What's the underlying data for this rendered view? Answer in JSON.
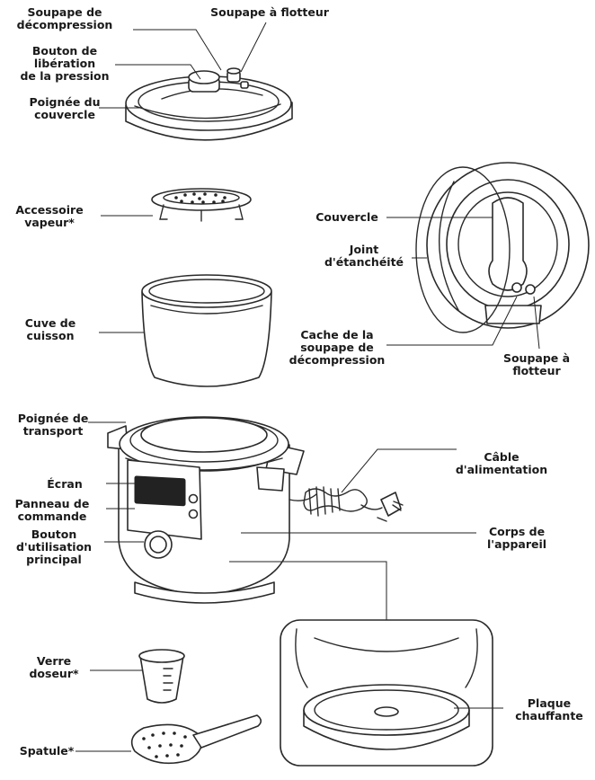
{
  "labels": {
    "decompression_valve": [
      "Soupape de",
      "décompression"
    ],
    "float_valve_top": [
      "Soupape à flotteur"
    ],
    "pressure_release_button": [
      "Bouton de",
      "libération",
      "de la pression"
    ],
    "lid_handle": [
      "Poignée du",
      "couvercle"
    ],
    "steam_accessory": [
      "Accessoire",
      "vapeur*"
    ],
    "lid": [
      "Couvercle"
    ],
    "gasket": [
      "Joint",
      "d'étanchéité"
    ],
    "cooking_bowl": [
      "Cuve de",
      "cuisson"
    ],
    "valve_cover": [
      "Cache de la",
      "soupape de",
      "décompression"
    ],
    "float_valve_right": [
      "Soupape à",
      "flotteur"
    ],
    "carry_handle": [
      "Poignée de",
      "transport"
    ],
    "power_cable": [
      "Câble",
      "d'alimentation"
    ],
    "screen": [
      "Écran"
    ],
    "control_panel": [
      "Panneau de",
      "commande"
    ],
    "main_knob": [
      "Bouton",
      "d'utilisation",
      "principal"
    ],
    "body": [
      "Corps de",
      "l'appareil"
    ],
    "measuring_cup": [
      "Verre",
      "doseur*"
    ],
    "heating_plate": [
      "Plaque",
      "chauffante"
    ],
    "spatula": [
      "Spatule*"
    ]
  }
}
